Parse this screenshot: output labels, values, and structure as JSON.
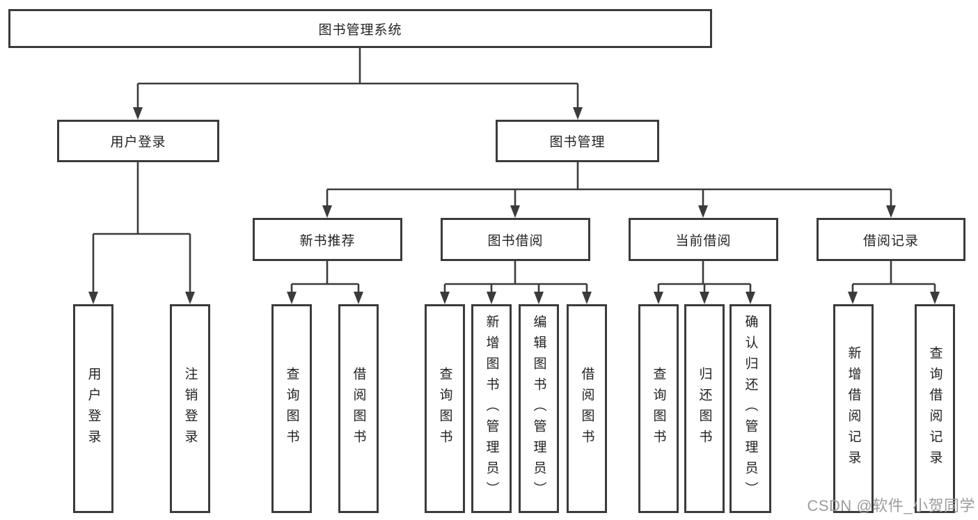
{
  "diagram": {
    "root": {
      "label": "图书管理系统"
    },
    "branches": [
      {
        "label": "用户登录",
        "children": [
          {
            "label": "用户登录"
          },
          {
            "label": "注销登录"
          }
        ]
      },
      {
        "label": "图书管理",
        "children": [
          {
            "label": "新书推荐",
            "children": [
              {
                "label": "查询图书"
              },
              {
                "label": "借阅图书"
              }
            ]
          },
          {
            "label": "图书借阅",
            "children": [
              {
                "label": "查询图书"
              },
              {
                "label": "新增图书（管理员）"
              },
              {
                "label": "编辑图书（管理员）"
              },
              {
                "label": "借阅图书"
              }
            ]
          },
          {
            "label": "当前借阅",
            "children": [
              {
                "label": "查询图书"
              },
              {
                "label": "归还图书"
              },
              {
                "label": "确认归还（管理员）"
              }
            ]
          },
          {
            "label": "借阅记录",
            "children": [
              {
                "label": "新增借阅记录"
              },
              {
                "label": "查询借阅记录"
              }
            ]
          }
        ]
      }
    ]
  },
  "watermark": {
    "text": "CSDN @软件_小贺同学"
  },
  "colors": {
    "line": "#3b3b3b",
    "text": "#222222",
    "box-bg": "#ffffff",
    "watermark": "#9c9c9c",
    "background": "#ffffff"
  }
}
